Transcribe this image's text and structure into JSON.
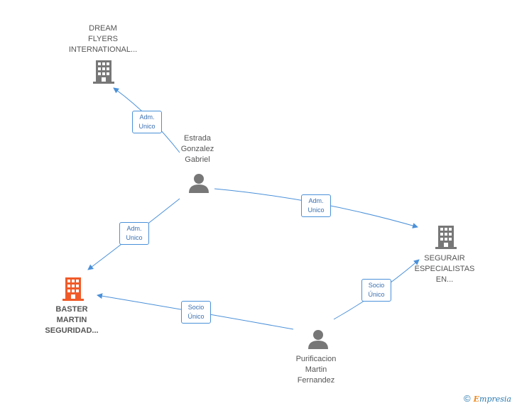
{
  "nodes": {
    "dream": [
      "DREAM",
      "FLYERS",
      "INTERNATIONAL..."
    ],
    "estrada": [
      "Estrada",
      "Gonzalez",
      "Gabriel"
    ],
    "segurair": [
      "SEGURAIR",
      "ESPECIALISTAS",
      "EN..."
    ],
    "baster": [
      "BASTER",
      "MARTIN",
      "SEGURIDAD..."
    ],
    "purificacion": [
      "Purificacion",
      "Martin",
      "Fernandez"
    ]
  },
  "edges": {
    "adm1": [
      "Adm.",
      "Unico"
    ],
    "adm2": [
      "Adm.",
      "Unico"
    ],
    "adm3": [
      "Adm.",
      "Unico"
    ],
    "socio1": [
      "Socio",
      "Único"
    ],
    "socio2": [
      "Socio",
      "Único"
    ]
  },
  "footer": {
    "copyright": "©",
    "brand_e": "E",
    "brand_rest": "mpresia"
  },
  "colors": {
    "edge": "#4a90d9",
    "icon": "#777777",
    "highlight": "#f05a28"
  }
}
